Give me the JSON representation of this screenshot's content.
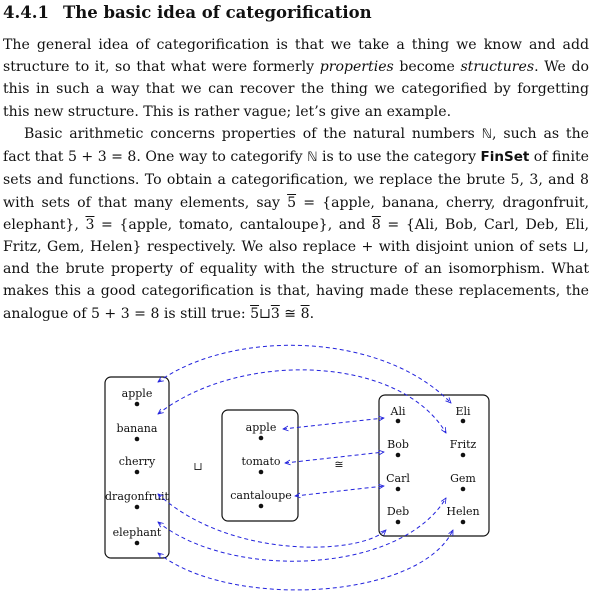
{
  "section": {
    "number": "4.4.1",
    "title": "The basic idea of categorification"
  },
  "para1": {
    "t1": "The general idea of categorification is that we take a thing we know and add structure to it, so that what were formerly ",
    "em1": "properties",
    "t2": " become ",
    "em2": "structures",
    "t3": ". We do this in such a way that we can recover the thing we categorified by forgetting this new structure. This is rather vague; let’s give an example."
  },
  "para2": {
    "t1": "Basic arithmetic concerns properties of the natural numbers ",
    "nat": "ℕ",
    "t2": ", such as the fact that 5 + 3 = 8. One way to categorify ",
    "nat2": "ℕ",
    "t3": " is to use the category ",
    "finset": "FinSet",
    "t4": " of finite sets and functions. To obtain a categorification, we replace the brute 5, 3, and 8 with sets of that many elements, say ",
    "five": "5",
    "t5": " = {apple, banana, cherry, dragonfruit, elephant}, ",
    "three": "3",
    "t6": " = {apple, tomato, cantaloupe}, and ",
    "eight": "8",
    "t7": " = {Ali, Bob, Carl, Deb, Eli, Fritz, Gem, Helen} respectively. We also replace + with disjoint union of sets ⊔, and the brute property of equality with the structure of an isomorphism. What makes this a good categorification is that, having made these replacements, the analogue of 5 + 3 = 8 is still true: ",
    "f5": "5",
    "sqcup": "⊔",
    "f3": "3",
    "cong": " ≅ ",
    "f8": "8",
    "t8": "."
  },
  "diagram": {
    "set5": [
      "apple",
      "banana",
      "cherry",
      "dragonfruit",
      "elephant"
    ],
    "set3": [
      "apple",
      "tomato",
      "cantaloupe"
    ],
    "set8_left": [
      "Ali",
      "Bob",
      "Carl",
      "Deb"
    ],
    "set8_right": [
      "Eli",
      "Fritz",
      "Gem",
      "Helen"
    ],
    "union_symbol": "⊔",
    "iso_symbol": "≅",
    "arrow_color": "#2222dd"
  }
}
